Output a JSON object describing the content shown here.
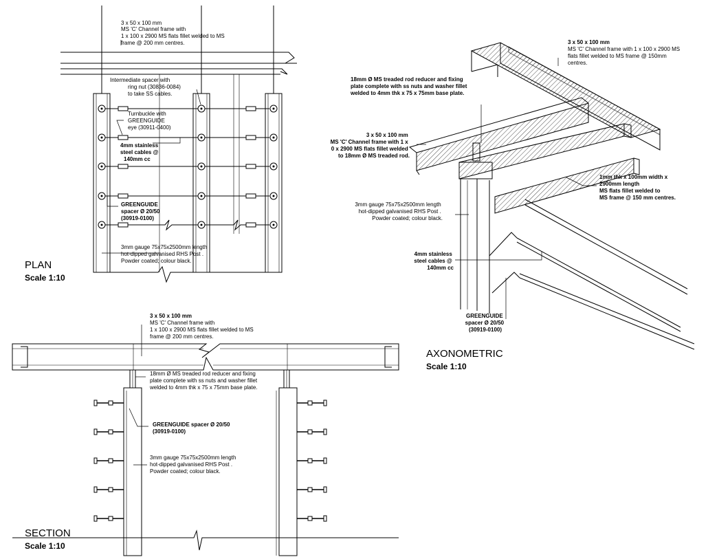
{
  "plan": {
    "title": "PLAN",
    "scale": "Scale 1:10",
    "note_frame": [
      "3 x 50 x 100 mm",
      "MS 'C' Channel frame with",
      "1 x 100 x 2900 MS flats fillet welded to MS",
      "frame @ 200 mm centres."
    ],
    "note_spacer": [
      "Intermediate spacer with",
      "ring nut (30836-0084)",
      "to take SS cables."
    ],
    "note_turnbuckle": [
      "Turnbuckle with",
      "GREENGUIDE",
      "eye (30911-0400)"
    ],
    "note_cables": [
      "4mm stainless",
      "steel cables @",
      "140mm cc"
    ],
    "note_greenguide": [
      "GREENGUIDE",
      "spacer Ø 20/50",
      "(30919-0100)"
    ],
    "note_post": [
      "3mm gauge 75x75x2500mm length",
      "hot-dipped galvanised RHS Post .",
      "Powder coated; colour black."
    ]
  },
  "section": {
    "title": "SECTION",
    "scale": "Scale 1:10",
    "note_frame": [
      "3 x 50 x 100 mm",
      "MS 'C' Channel frame with",
      "1 x 100 x 2900 MS flats fillet welded to MS",
      "frame @ 200 mm centres."
    ],
    "note_rod": [
      "18mm Ø MS treaded rod reducer and fixing",
      "plate complete with ss  nuts and washer fillet",
      "welded to 4mm thk x 75 x 75mm base plate."
    ],
    "note_greenguide": [
      "GREENGUIDE spacer Ø 20/50",
      "(30919-0100)"
    ],
    "note_post": [
      "3mm gauge 75x75x2500mm length",
      "hot-dipped galvanised RHS Post .",
      "Powder coated; colour black."
    ]
  },
  "axonometric": {
    "title": "AXONOMETRIC",
    "scale": "Scale 1:10",
    "note_frame_top": [
      "3 x 50 x 100 mm",
      "MS 'C' Channel frame with 1 x 100 x 2900 MS",
      "flats fillet welded to MS frame @ 150mm",
      "centres."
    ],
    "note_rod": [
      "18mm Ø MS treaded rod reducer and fixing",
      "plate complete with ss  nuts and washer fillet",
      "welded to 4mm thk x 75 x 75mm base plate."
    ],
    "note_frame_left": [
      "3 x 50 x 100 mm",
      "MS 'C' Channel frame with 1 x",
      "0 x 2900 MS flats fillet welded",
      "to 18mm Ø MS treaded rod."
    ],
    "note_flats": [
      "1mm thk  x 100mm width x",
      "2900mm length",
      "MS flats fillet welded to",
      "MS frame @ 150 mm centres."
    ],
    "note_post": [
      "3mm gauge 75x75x2500mm length",
      "hot-dipped galvanised RHS Post .",
      "Powder coated; colour black."
    ],
    "note_cables": [
      "4mm stainless",
      "steel cables @",
      "140mm cc"
    ],
    "note_greenguide": [
      "GREENGUIDE",
      "spacer Ø 20/50",
      "(30919-0100)"
    ]
  }
}
